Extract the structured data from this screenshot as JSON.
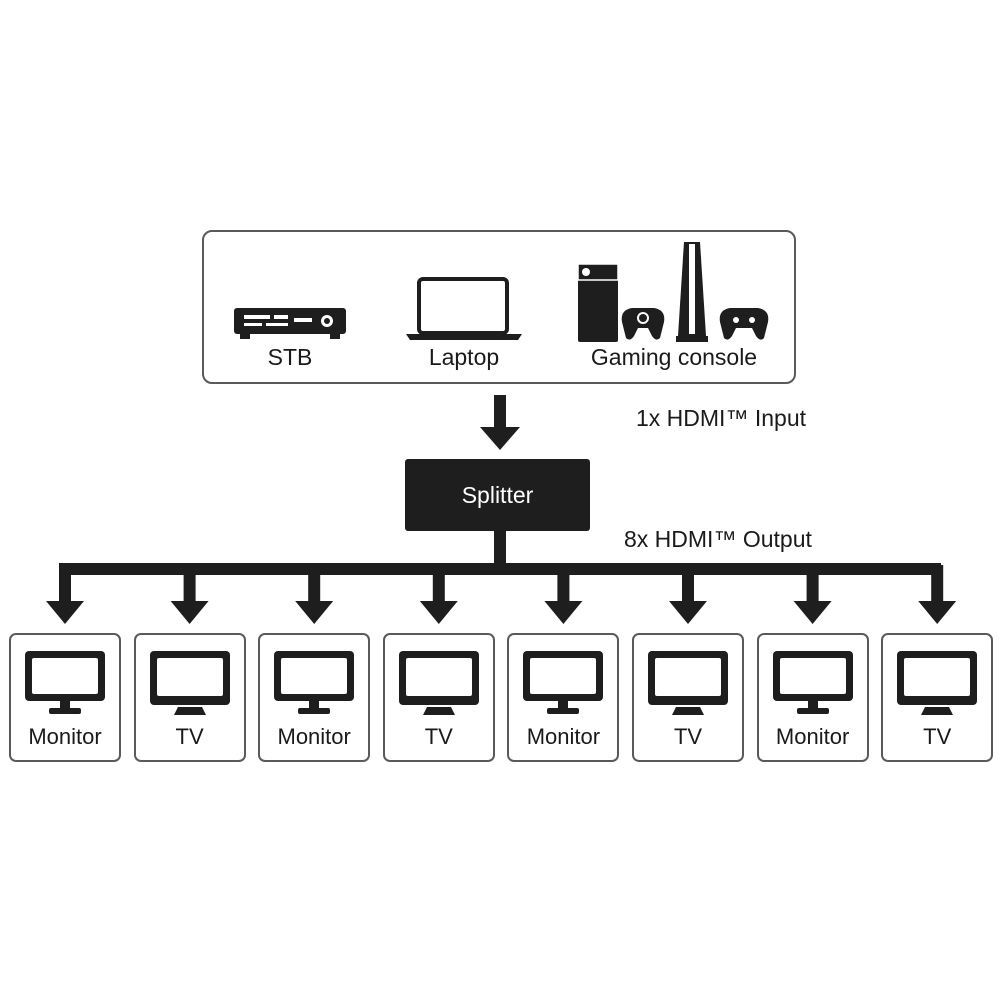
{
  "sources": {
    "items": [
      {
        "label": "STB",
        "icon": "set-top-box-icon"
      },
      {
        "label": "Laptop",
        "icon": "laptop-icon"
      },
      {
        "label": "Gaming console",
        "icon": "gaming-console-icon"
      }
    ]
  },
  "input_label": "1x HDMI™ Input",
  "splitter_label": "Splitter",
  "output_label": "8x HDMI™ Output",
  "outputs": [
    {
      "label": "Monitor",
      "icon": "monitor-icon"
    },
    {
      "label": "TV",
      "icon": "tv-icon"
    },
    {
      "label": "Monitor",
      "icon": "monitor-icon"
    },
    {
      "label": "TV",
      "icon": "tv-icon"
    },
    {
      "label": "Monitor",
      "icon": "monitor-icon"
    },
    {
      "label": "TV",
      "icon": "tv-icon"
    },
    {
      "label": "Monitor",
      "icon": "monitor-icon"
    },
    {
      "label": "TV",
      "icon": "tv-icon"
    }
  ],
  "colors": {
    "ink": "#1e1e1e",
    "border": "#5a5a5a",
    "background": "#ffffff"
  }
}
